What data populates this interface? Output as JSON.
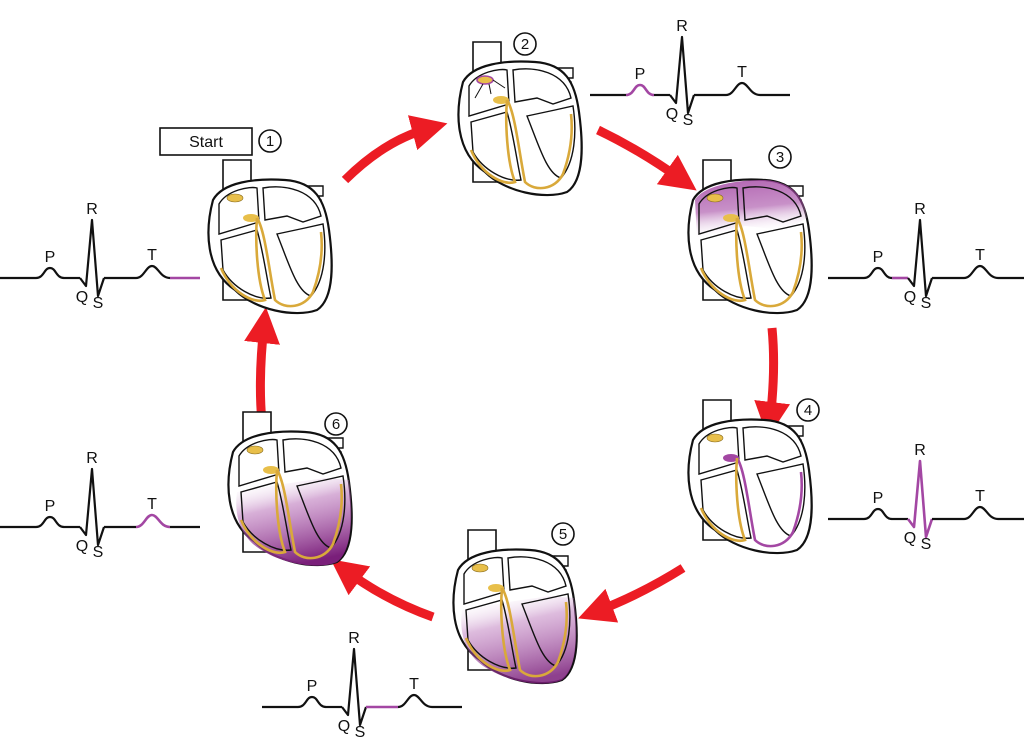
{
  "title": "Cardiac conduction cycle and ECG",
  "colors": {
    "arrow": "#ec1c24",
    "highlight": "#a347a3",
    "conduction": "#d9a93a",
    "node": "#e8bf4a",
    "outline": "#111111",
    "depolarized": "#8e2a8e"
  },
  "start_label": "Start",
  "stages": [
    {
      "number": "1",
      "highlight_segment": "TP-baseline",
      "shading": "none",
      "labels": {
        "P": "P",
        "Q": "Q",
        "R": "R",
        "S": "S",
        "T": "T"
      }
    },
    {
      "number": "2",
      "highlight_segment": "P-wave",
      "shading": "sa-node",
      "labels": {
        "P": "P",
        "Q": "Q",
        "R": "R",
        "S": "S",
        "T": "T"
      }
    },
    {
      "number": "3",
      "highlight_segment": "PR-segment",
      "shading": "atria",
      "labels": {
        "P": "P",
        "Q": "Q",
        "R": "R",
        "S": "S",
        "T": "T"
      }
    },
    {
      "number": "4",
      "highlight_segment": "QRS-complex",
      "shading": "bundle",
      "labels": {
        "P": "P",
        "Q": "Q",
        "R": "R",
        "S": "S",
        "T": "T"
      }
    },
    {
      "number": "5",
      "highlight_segment": "ST-segment",
      "shading": "ventricles",
      "labels": {
        "P": "P",
        "Q": "Q",
        "R": "R",
        "S": "S",
        "T": "T"
      }
    },
    {
      "number": "6",
      "highlight_segment": "T-wave",
      "shading": "ventricles-full",
      "labels": {
        "P": "P",
        "Q": "Q",
        "R": "R",
        "S": "S",
        "T": "T"
      }
    }
  ]
}
